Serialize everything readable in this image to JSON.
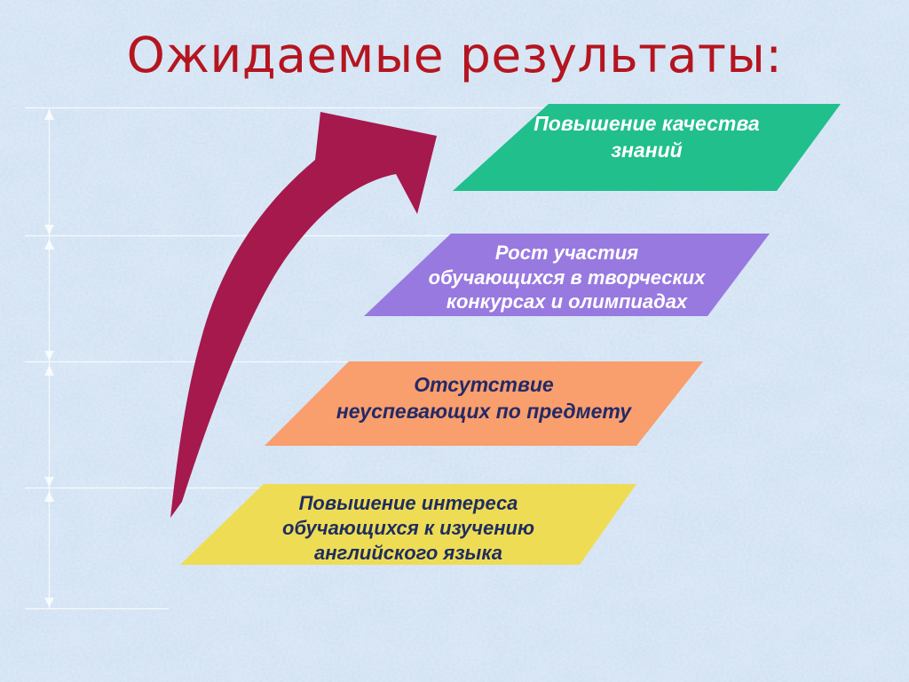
{
  "slide": {
    "title": "Ожидаемые результаты:",
    "title_color": "#b5151f",
    "background_color": "#cfe0f2",
    "guides_color": "#ffffff",
    "arrow": {
      "name": "upward-growth-arrow",
      "color": "#a5194c"
    },
    "bands": [
      {
        "id": "quality-of-knowledge",
        "fill": "#21bf8b",
        "text_color": "#ffffff",
        "lines": [
          "Повышение качества",
          "знаний"
        ]
      },
      {
        "id": "contest-participation",
        "fill": "#9879e0",
        "text_color": "#ffffff",
        "lines": [
          "Рост участия",
          "обучающихся  в творческих",
          "конкурсах и олимпиадах"
        ]
      },
      {
        "id": "no-failing-students",
        "fill": "#f99e6d",
        "text_color": "#232a66",
        "lines": [
          "Отсутствие",
          "неуспевающих по предмету"
        ]
      },
      {
        "id": "interest-in-english",
        "fill": "#eedc55",
        "text_color": "#1f2d5e",
        "lines": [
          "Повышение интереса",
          "обучающихся к изучению",
          "английского языка"
        ]
      }
    ]
  }
}
